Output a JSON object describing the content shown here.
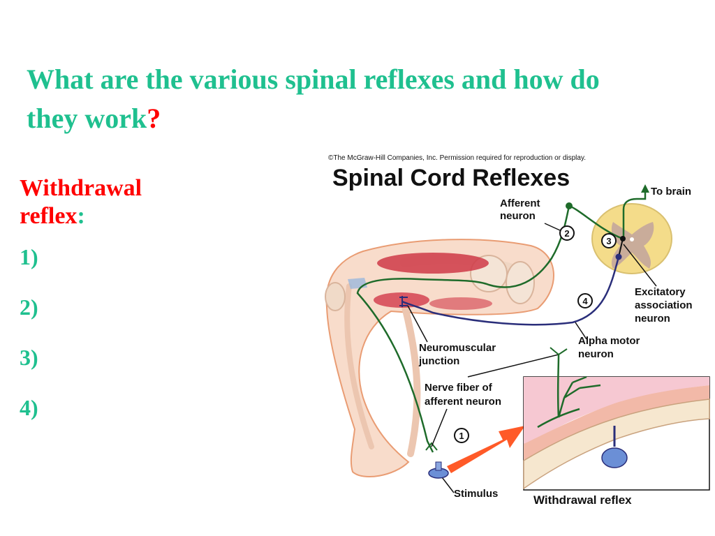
{
  "slide": {
    "title": "What are the various spinal reflexes and how do they work",
    "title_mark": "?",
    "section_heading": "Withdrawal reflex",
    "section_colon": ":",
    "steps": [
      "1)",
      "2)",
      "3)",
      "4)"
    ]
  },
  "figure": {
    "copyright": "©The McGraw-Hill Companies, Inc. Permission required for reproduction or display.",
    "heading": "Spinal Cord Reflexes",
    "labels": {
      "to_brain": "To brain",
      "afferent_1": "Afferent",
      "afferent_2": "neuron",
      "excitatory_1": "Excitatory",
      "excitatory_2": "association",
      "excitatory_3": "neuron",
      "alpha_1": "Alpha motor",
      "alpha_2": "neuron",
      "nmj_1": "Neuromuscular",
      "nmj_2": "junction",
      "nerve_fiber_1": "Nerve fiber of",
      "nerve_fiber_2": "afferent neuron",
      "stimulus": "Stimulus",
      "inset_caption": "Withdrawal reflex"
    },
    "callouts": [
      "1",
      "2",
      "3",
      "4"
    ],
    "colors": {
      "afferent": "#1e6b2a",
      "efferent": "#2a2e7a",
      "muscle": "#d23a4a",
      "gray_matter": "#c9ac9a",
      "white_matter": "#f4dc8a",
      "skin": "#f8dccb",
      "arrow": "#ff5a28"
    }
  }
}
